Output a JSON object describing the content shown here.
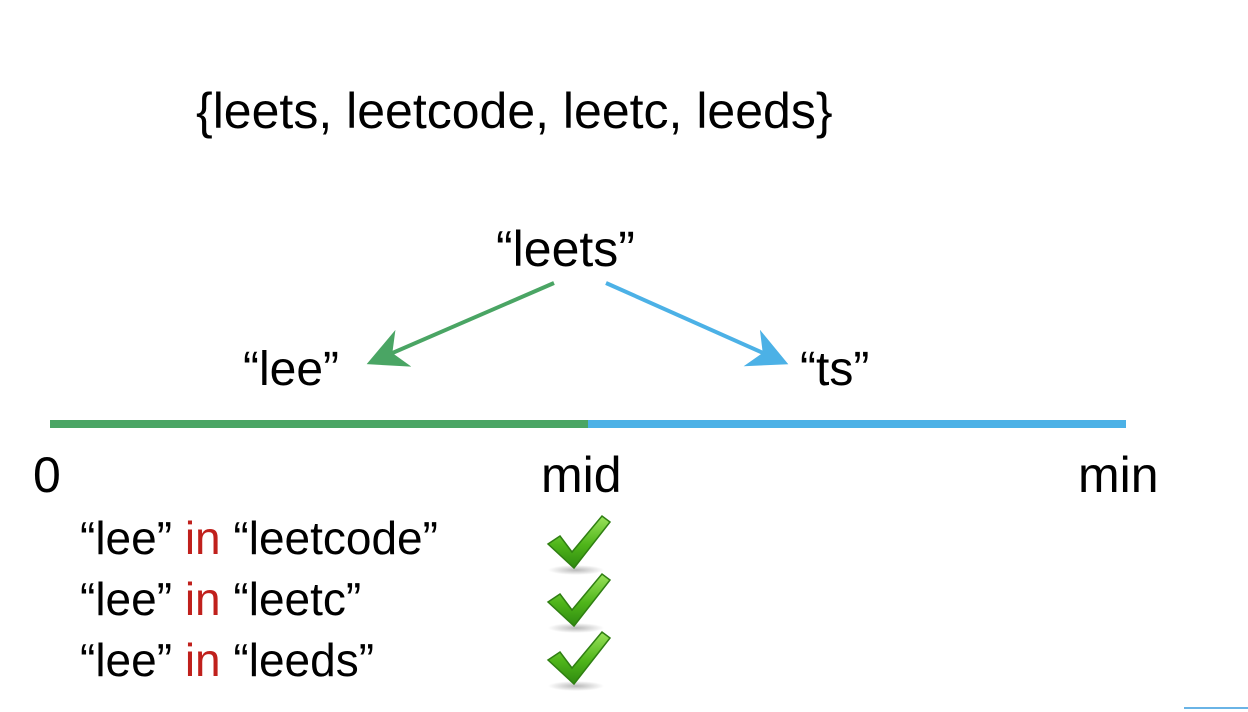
{
  "set_text": "{leets, leetcode, leetc, leeds}",
  "root_word": "“leets”",
  "left_split": "“lee”",
  "right_split": "“ts”",
  "axis": {
    "start": "0",
    "middle": "mid",
    "end": "min"
  },
  "checks": [
    {
      "prefix": "“lee”",
      "keyword": "in",
      "target": "“leetcode”"
    },
    {
      "prefix": "“lee”",
      "keyword": "in",
      "target": "“leetc”"
    },
    {
      "prefix": "“lee”",
      "keyword": "in",
      "target": "“leeds”"
    }
  ],
  "colors": {
    "left": "#4aa564",
    "right": "#4cb1e6",
    "keyword": "#c0201c",
    "check": "#5cc21a"
  },
  "icons": {
    "check": "green-checkmark-icon"
  }
}
